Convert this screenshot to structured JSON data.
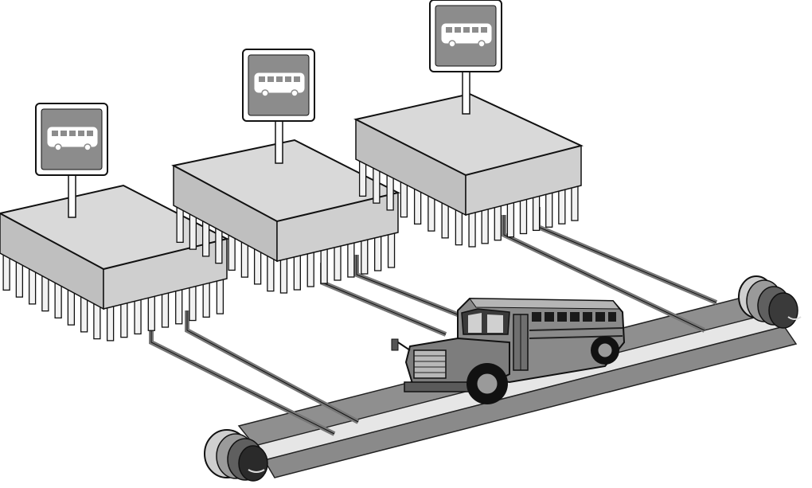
{
  "diagram": {
    "chips": [
      {
        "id": "chip-1",
        "sign_icon": "bus-stop-sign-icon"
      },
      {
        "id": "chip-2",
        "sign_icon": "bus-stop-sign-icon"
      },
      {
        "id": "chip-3",
        "sign_icon": "bus-stop-sign-icon"
      }
    ],
    "vehicle_icon": "school-bus-icon",
    "colors": {
      "chip_top": "#d9d9d9",
      "chip_side": "#bfbfbf",
      "pin": "#f2f2f2",
      "sign_face": "#8c8c8c",
      "road": "#8f8f8f",
      "road_light": "#bcbcbc",
      "bus_body": "#8a8a8a",
      "outline": "#111111"
    }
  }
}
